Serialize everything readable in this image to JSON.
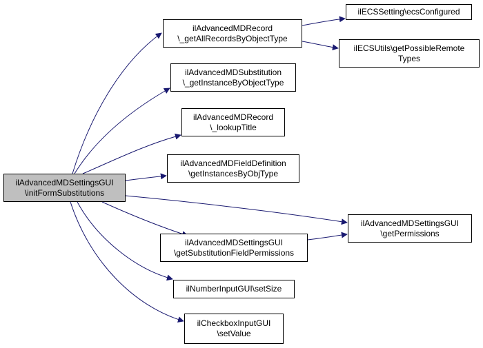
{
  "colors": {
    "edge": "#191970",
    "root_fill": "#bfbfbf",
    "node_fill": "#ffffff",
    "border": "#000000"
  },
  "nodes": {
    "root": {
      "line1": "ilAdvancedMDSettingsGUI",
      "line2": "\\initFormSubstitutions"
    },
    "get_all_records": {
      "line1": "ilAdvancedMDRecord",
      "line2": "\\_getAllRecordsByObjectType"
    },
    "ecs_configured": {
      "line1": "ilECSSetting\\ecsConfigured"
    },
    "possible_remote_types": {
      "line1": "ilECSUtils\\getPossibleRemote",
      "line2": "Types"
    },
    "substitution_instance": {
      "line1": "ilAdvancedMDSubstitution",
      "line2": "\\_getInstanceByObjectType"
    },
    "lookup_title": {
      "line1": "ilAdvancedMDRecord",
      "line2": "\\_lookupTitle"
    },
    "field_definition": {
      "line1": "ilAdvancedMDFieldDefinition",
      "line2": "\\getInstancesByObjType"
    },
    "get_permissions": {
      "line1": "ilAdvancedMDSettingsGUI",
      "line2": "\\getPermissions"
    },
    "substitution_field_permissions": {
      "line1": "ilAdvancedMDSettingsGUI",
      "line2": "\\getSubstitutionFieldPermissions"
    },
    "set_size": {
      "line1": "ilNumberInputGUI\\setSize"
    },
    "set_value": {
      "line1": "ilCheckboxInputGUI",
      "line2": "\\setValue"
    }
  }
}
